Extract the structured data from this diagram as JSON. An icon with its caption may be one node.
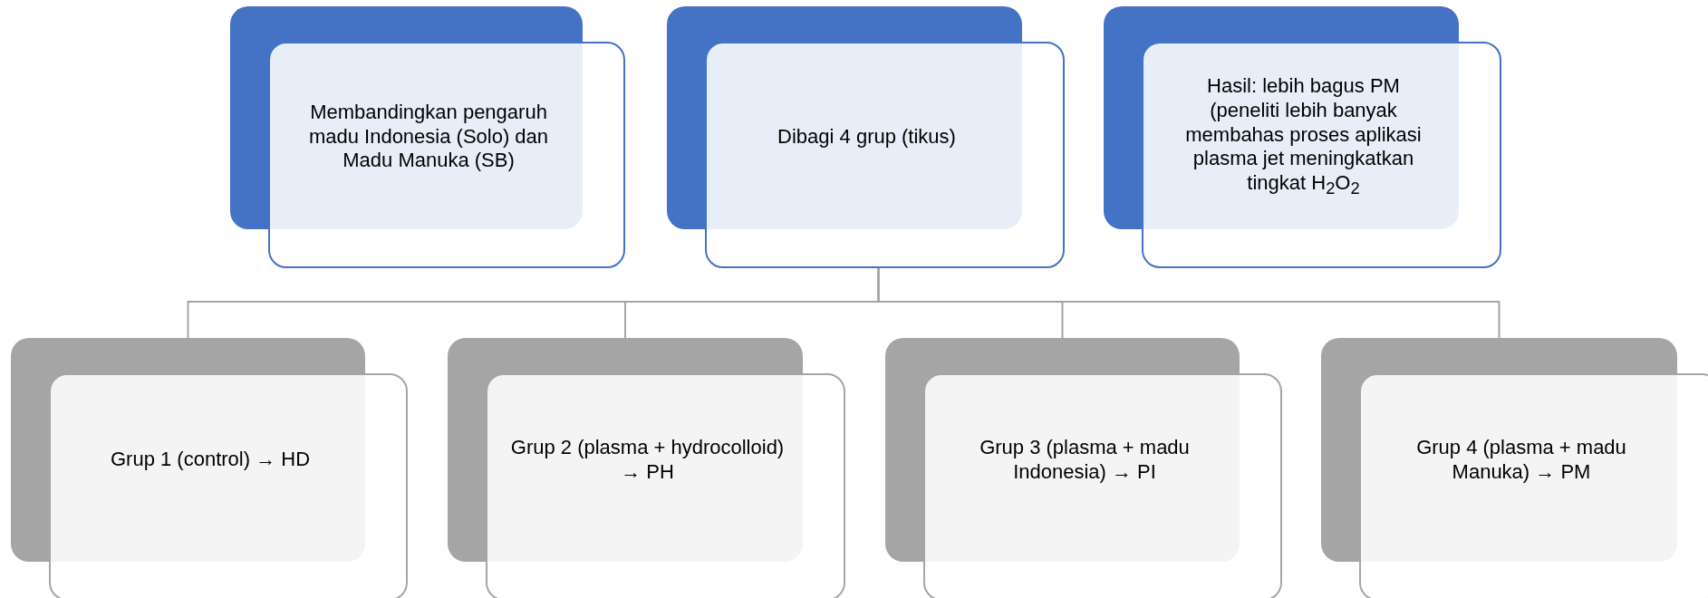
{
  "diagram": {
    "nodes": [
      {
        "text": [
          "Membandingkan pengaruh madu Indonesia (Solo) dan Madu Manuka (SB)"
        ]
      },
      {
        "text": [
          "Dibagi 4 grup (tikus)"
        ]
      },
      {
        "text": [
          "Hasil: lebih bagus PM (peneliti lebih banyak membahas proses aplikasi plasma jet meningkatkan tingkat H$_{2}$O$_{2}$"
        ]
      },
      {
        "text": [
          "Grup 1 (control) → HD"
        ]
      },
      {
        "text": [
          "Grup 2 (plasma + hydrocolloid) → PH"
        ]
      },
      {
        "text": [
          "Grup 3 (plasma + madu Indonesia) → PI"
        ]
      },
      {
        "text": [
          "Grup 4 (plasma + madu Manuka) → PM"
        ]
      }
    ],
    "edges": [
      {
        "from": 1,
        "to": 3,
        "arrow": "none"
      },
      {
        "from": 1,
        "to": 4,
        "arrow": "none"
      },
      {
        "from": 1,
        "to": 5,
        "arrow": "none"
      },
      {
        "from": 1,
        "to": 6,
        "arrow": "none"
      }
    ]
  }
}
